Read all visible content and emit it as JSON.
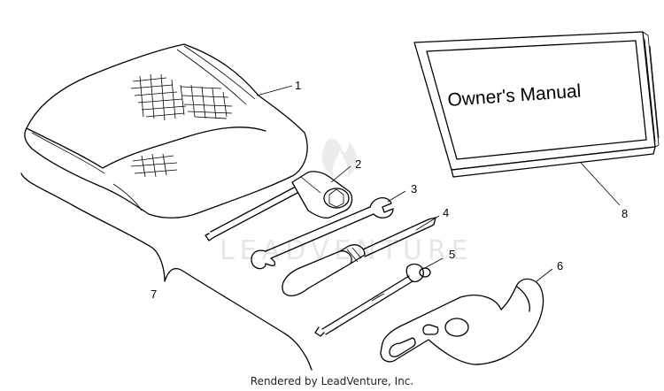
{
  "manual_cover_text": "Owner's Manual",
  "watermark_text": "LEADVENTURE",
  "credit_text": "Rendered by LeadVenture, Inc.",
  "callouts": [
    "1",
    "2",
    "3",
    "4",
    "5",
    "6",
    "7",
    "8"
  ]
}
